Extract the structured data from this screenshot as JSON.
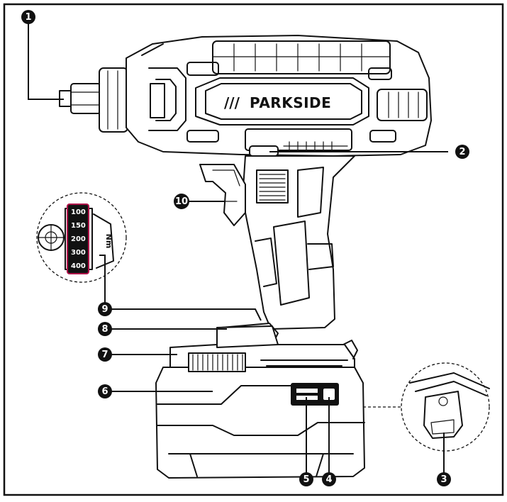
{
  "brand": {
    "logo_text": "PARKSIDE",
    "logo_slashes": "///"
  },
  "torque_scale": {
    "values": [
      "100",
      "150",
      "200",
      "300",
      "400"
    ],
    "unit": "Nm",
    "highlight_color": "#b0124a"
  },
  "callouts": [
    {
      "id": "1",
      "label": "1"
    },
    {
      "id": "2",
      "label": "2"
    },
    {
      "id": "3",
      "label": "3"
    },
    {
      "id": "4",
      "label": "4"
    },
    {
      "id": "5",
      "label": "5"
    },
    {
      "id": "6",
      "label": "6"
    },
    {
      "id": "7",
      "label": "7"
    },
    {
      "id": "8",
      "label": "8"
    },
    {
      "id": "9",
      "label": "9"
    },
    {
      "id": "10",
      "label": "10"
    }
  ],
  "colors": {
    "ink": "#111111",
    "paper": "#ffffff"
  }
}
